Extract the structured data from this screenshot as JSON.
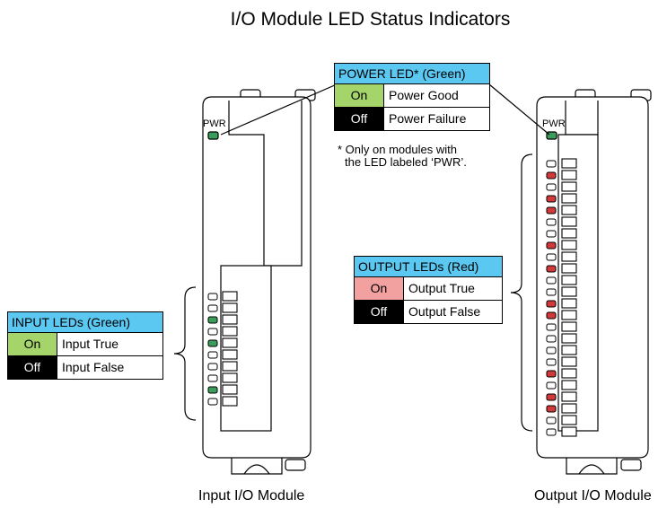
{
  "title": "I/O Module LED Status Indicators",
  "power_legend": {
    "header": "POWER LED* (Green)",
    "rows": [
      {
        "state": "On",
        "description": "Power Good"
      },
      {
        "state": "Off",
        "description": "Power Failure"
      }
    ],
    "note_line1": "* Only on modules with",
    "note_line2": "the LED labeled ‘PWR’."
  },
  "input_legend": {
    "header": "INPUT LEDs (Green)",
    "rows": [
      {
        "state": "On",
        "description": "Input True"
      },
      {
        "state": "Off",
        "description": "Input False"
      }
    ]
  },
  "output_legend": {
    "header": "OUTPUT LEDs (Red)",
    "rows": [
      {
        "state": "On",
        "description": "Output True"
      },
      {
        "state": "Off",
        "description": "Output False"
      }
    ]
  },
  "input_module": {
    "caption": "Input I/O Module",
    "pwr_label": "PWR",
    "leds": [
      "off",
      "off",
      "on",
      "off",
      "on",
      "off",
      "off",
      "off",
      "on",
      "off"
    ]
  },
  "output_module": {
    "caption": "Output I/O Module",
    "pwr_label": "PWR",
    "leds": [
      "off",
      "on",
      "off",
      "on",
      "on",
      "off",
      "off",
      "on",
      "off",
      "on",
      "off",
      "off",
      "on",
      "on",
      "off",
      "off",
      "off",
      "off",
      "on",
      "off",
      "on",
      "on",
      "off",
      "off"
    ]
  },
  "colors": {
    "legend_header": "#5bc8f2",
    "green_on": "#a5d46a",
    "red_on": "#f2a0a0",
    "off_bg": "#000000",
    "led_green": "#3a9e5a",
    "led_red": "#d23a3a",
    "led_off": "#ffffff"
  }
}
